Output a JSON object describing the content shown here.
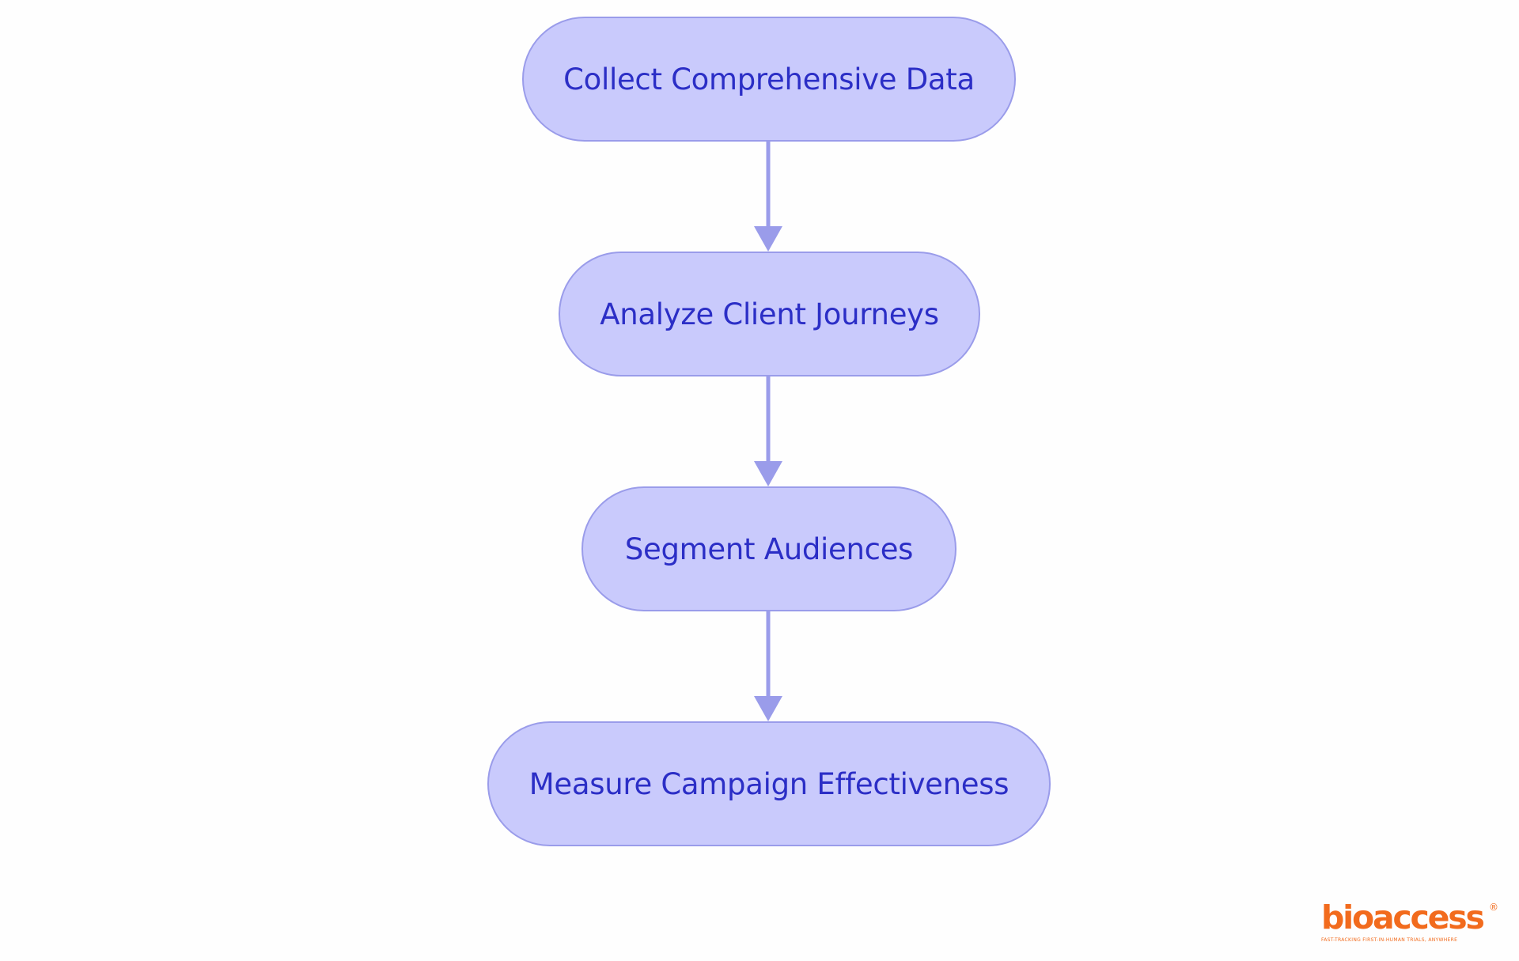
{
  "diagram": {
    "steps": [
      {
        "label": "Collect Comprehensive Data"
      },
      {
        "label": "Analyze Client Journeys"
      },
      {
        "label": "Segment Audiences"
      },
      {
        "label": "Measure Campaign Effectiveness"
      }
    ]
  },
  "colors": {
    "node_fill": "#c9cafc",
    "node_border": "#9a9cea",
    "node_text": "#2b2ec6",
    "connector": "#9a9cea",
    "brand": "#f26b1d"
  },
  "logo": {
    "wordmark": "bioaccess",
    "registered": "®",
    "tagline": "FAST-TRACKING FIRST-IN-HUMAN TRIALS, ANYWHERE"
  }
}
